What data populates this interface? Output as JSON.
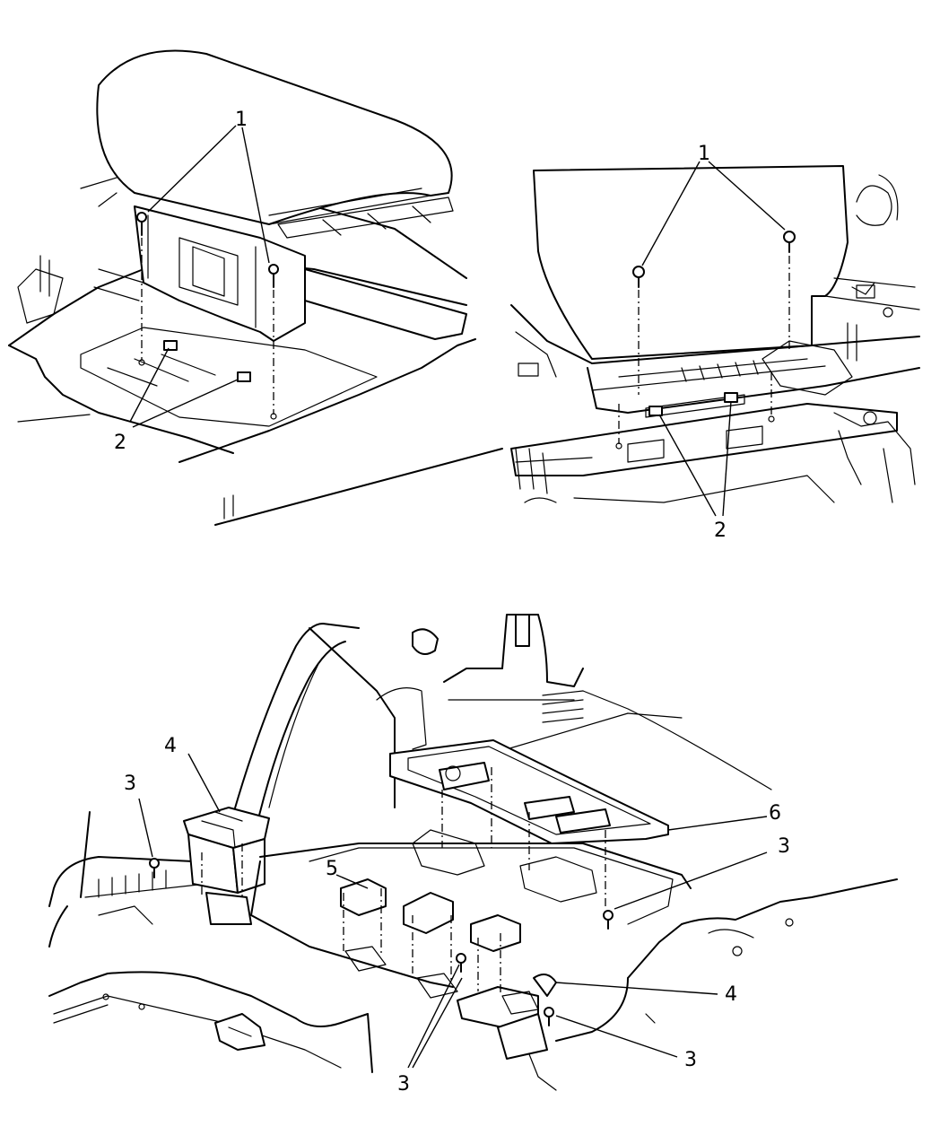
{
  "callouts": {
    "top_left": {
      "part_1": "1",
      "part_2": "2"
    },
    "top_right": {
      "part_1": "1",
      "part_2": "2"
    },
    "bottom": {
      "part_3_left": "3",
      "part_3_right_upper": "3",
      "part_3_right_lower": "3",
      "part_3_bottom": "3",
      "part_4_left": "4",
      "part_4_right": "4",
      "part_5": "5",
      "part_6": "6"
    }
  }
}
